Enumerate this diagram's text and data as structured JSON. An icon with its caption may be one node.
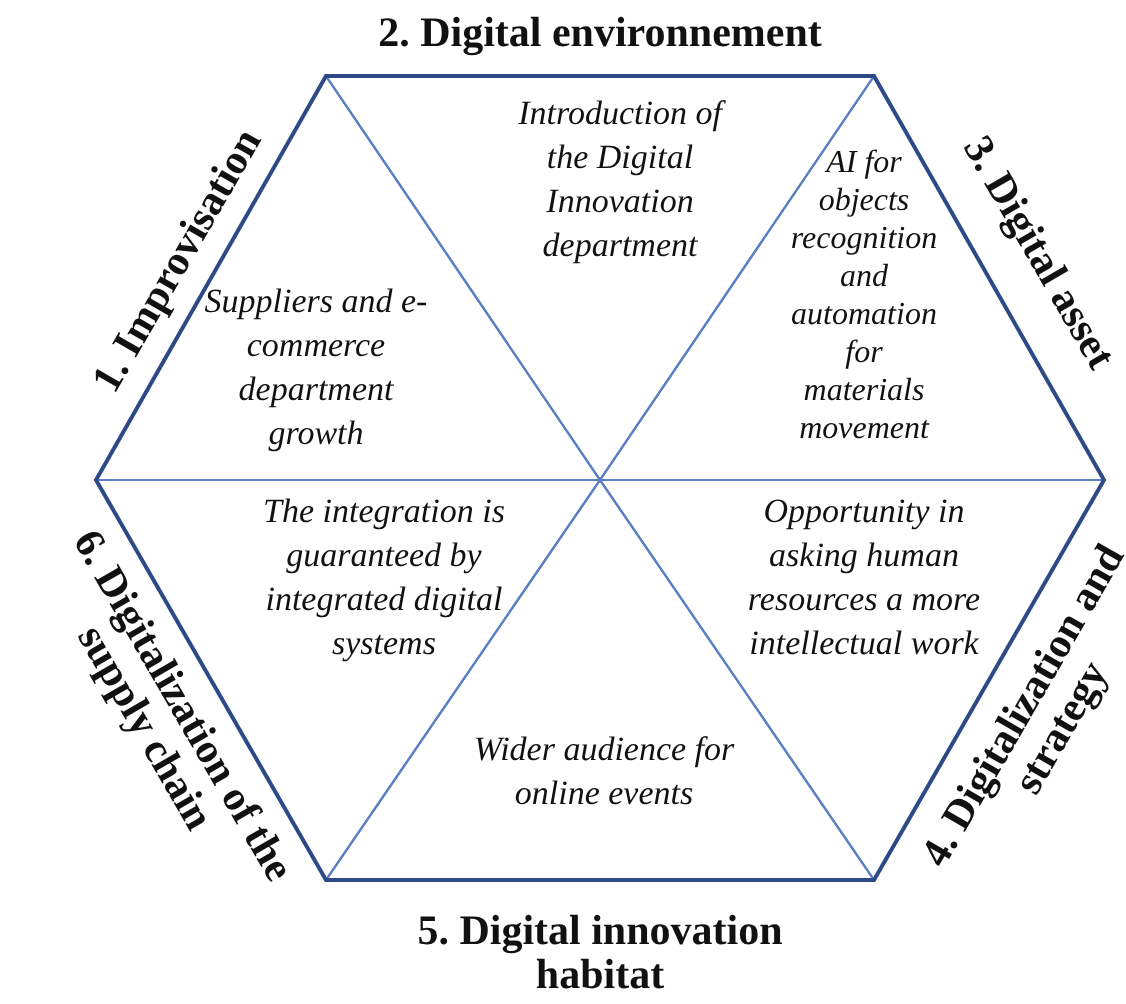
{
  "diagram": {
    "nodes": [
      {
        "text": [
          "Introduction of the Digital Innovation department"
        ]
      },
      {
        "text": [
          "Suppliers and e-commerce department growth"
        ]
      },
      {
        "text": [
          "AI for objects recognition and automation for materials movement"
        ]
      },
      {
        "text": [
          "The integration is guaranteed by integrated digital systems"
        ]
      },
      {
        "text": [
          "Opportunity in asking human resources a more intellectual work"
        ]
      },
      {
        "text": [
          "Wider audience for online events"
        ]
      }
    ],
    "labels": [
      "2. Digital environnement",
      "1. Improvisation",
      "3. Digital asset",
      "6. Digitalization of the supply chain",
      "4. Digitalization and strategy",
      "5. Digital innovation habitat"
    ]
  }
}
